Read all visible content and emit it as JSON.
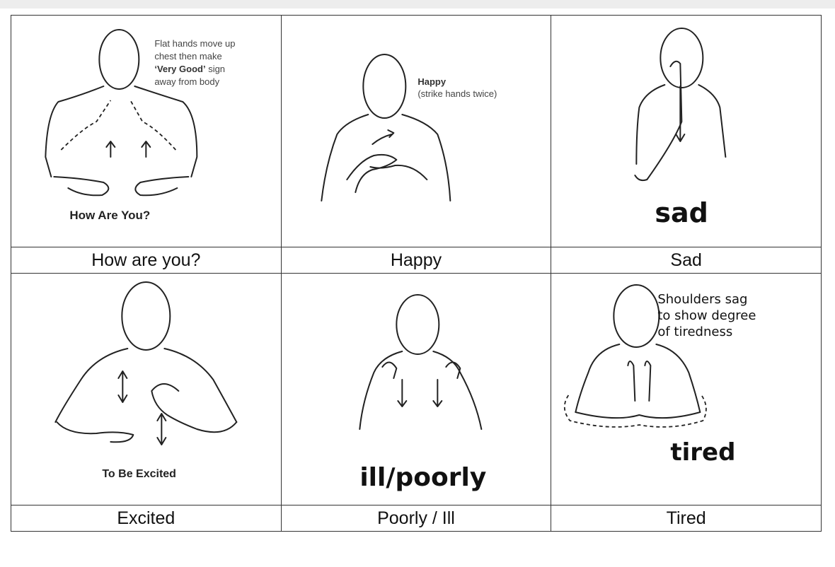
{
  "signs": [
    {
      "caption": "How are you?",
      "notes": [
        "Flat hands move up",
        "chest then make",
        "‘Very Good’",
        " sign",
        "away from body"
      ],
      "title": "How Are You?"
    },
    {
      "caption": "Happy",
      "notes": [
        "Happy",
        "(strike hands twice)"
      ]
    },
    {
      "caption": "Sad",
      "word": "sad"
    },
    {
      "caption": "Excited",
      "title": "To Be Excited"
    },
    {
      "caption": "Poorly / Ill",
      "word": "ill/poorly"
    },
    {
      "caption": "Tired",
      "notes": [
        "Shoulders sag",
        "to show degree",
        "of tiredness"
      ],
      "word": "tired"
    }
  ]
}
